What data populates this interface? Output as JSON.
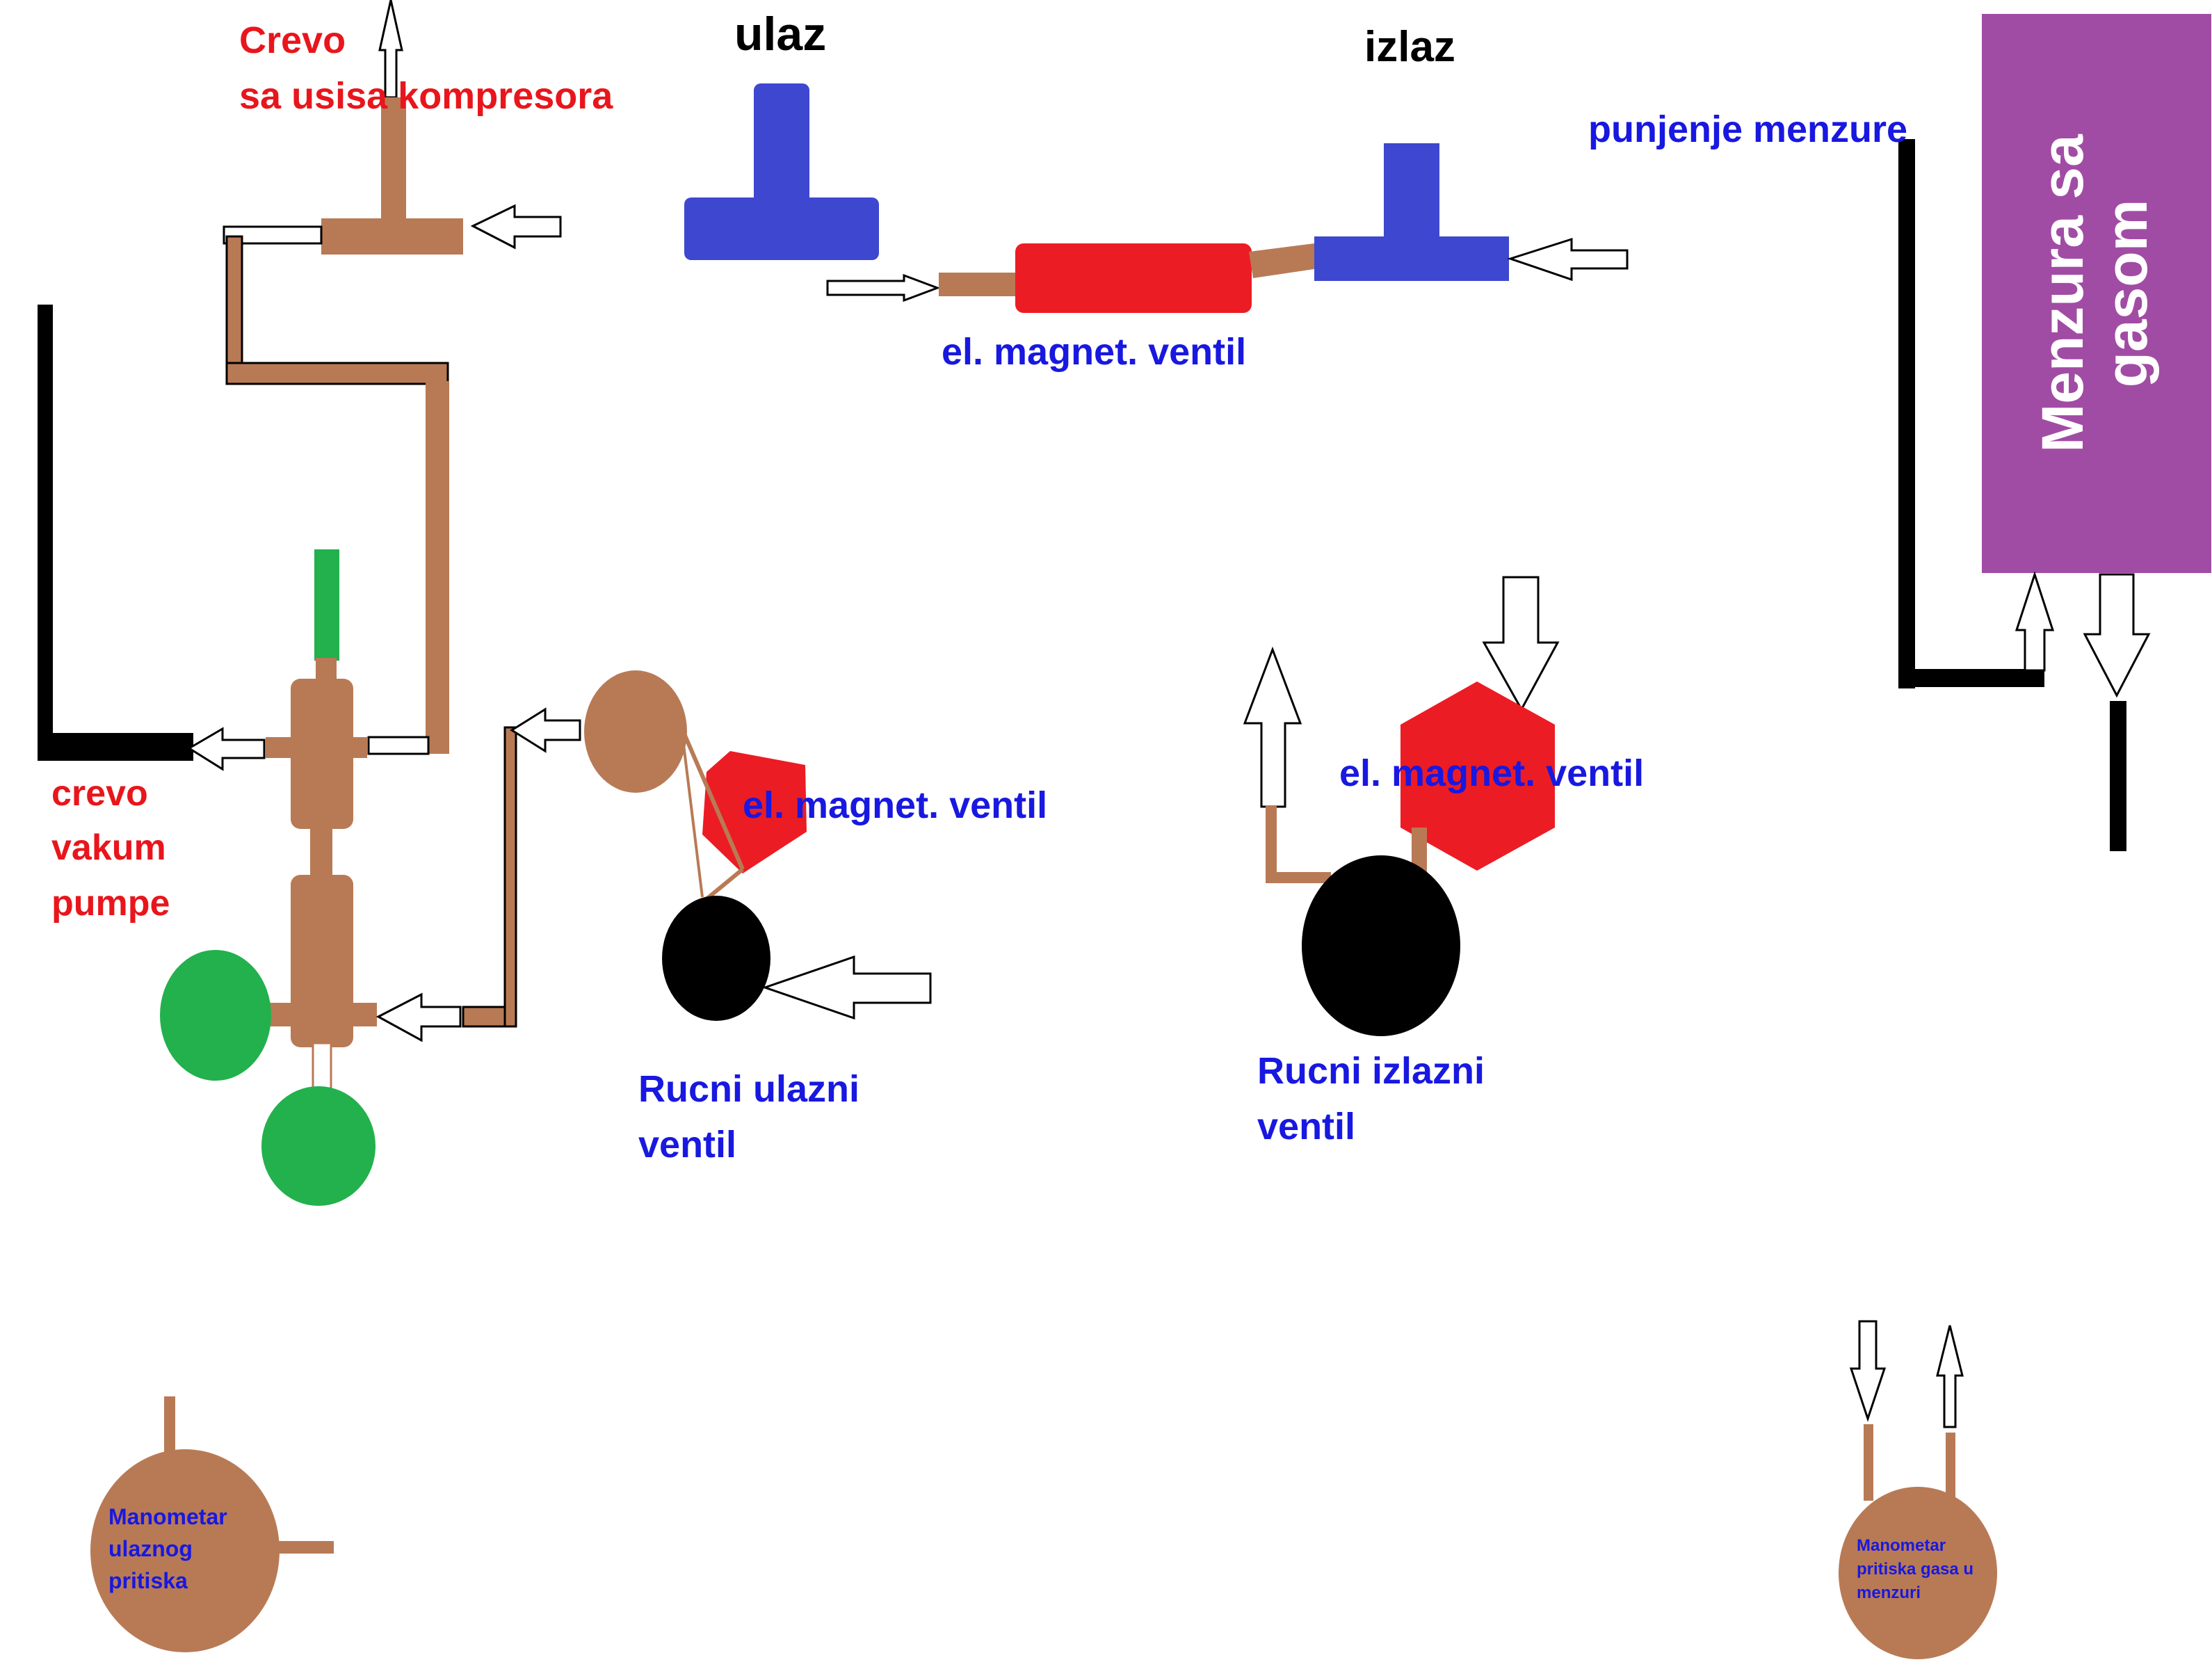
{
  "colors": {
    "pipe": "#b87a55",
    "hose": "#000000",
    "red_label": "#e8161c",
    "blue_label": "#1818e0",
    "black_label": "#000000",
    "tee_blue": "#3d47cf",
    "valve_red": "#ec1c24",
    "valve_green": "#22b14c",
    "cylinder_purple": "#a14ca4",
    "manual_valve": "#000000"
  },
  "labels": {
    "compressor_hose_1": "Crevo",
    "compressor_hose_2": "sa usisa kompresora",
    "inlet": "ulaz",
    "outlet": "izlaz",
    "cylinder_fill": "punjenje menzure",
    "cylinder_1": "Menzura sa",
    "cylinder_2": "gasom",
    "solenoid_top": "el. magnet. ventil",
    "solenoid_middle": "el. magnet. ventil",
    "solenoid_right": "el. magnet. ventil",
    "vacuum_hose_1": "crevo",
    "vacuum_hose_2": "vakum",
    "vacuum_hose_3": "pumpe",
    "manual_inlet_1": "Rucni ulazni",
    "manual_inlet_2": "ventil",
    "manual_outlet_1": "Rucni izlazni",
    "manual_outlet_2": "ventil",
    "gauge_inlet_1": "Manometar",
    "gauge_inlet_2": "ulaznog",
    "gauge_inlet_3": "pritiska",
    "gauge_cyl_1": "Manometar",
    "gauge_cyl_2": "pritiska gasa u",
    "gauge_cyl_3": "menzuri"
  }
}
